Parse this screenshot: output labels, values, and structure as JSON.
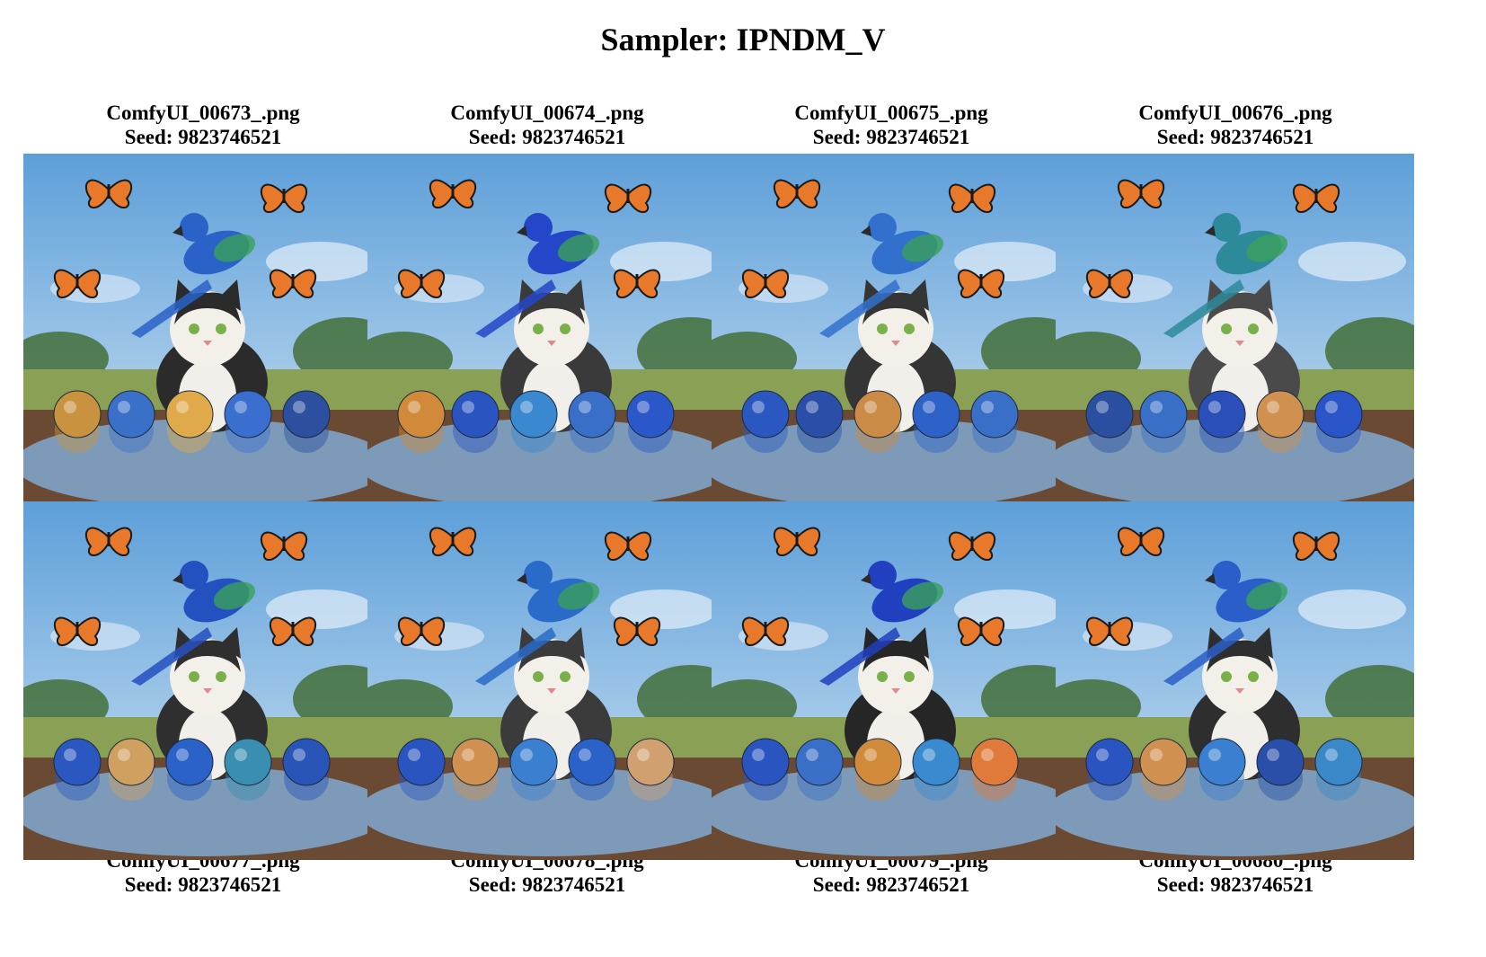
{
  "title": "Sampler: IPNDM_V",
  "colors": {
    "sky_top": "#5d9fd9",
    "sky_bottom": "#cfe3f3",
    "grass": "#8aa055",
    "tree": "#3f6a2e",
    "mud": "#6a4a33",
    "puddle": "#7fa4c8"
  },
  "images": [
    {
      "filename": "ComfyUI_00673_.png",
      "seed": "Seed: 9823746521",
      "parrot_color": "#2a62c8",
      "cat_color": "#2b2b2b",
      "butterflies": 4,
      "marbles": [
        "#c8923f",
        "#3a70c8",
        "#e0a94a",
        "#3a6fd0",
        "#2c4fa0"
      ]
    },
    {
      "filename": "ComfyUI_00674_.png",
      "seed": "Seed: 9823746521",
      "parrot_color": "#2446c8",
      "cat_color": "#3a3a3a",
      "butterflies": 4,
      "marbles": [
        "#d08a3a",
        "#2a55c0",
        "#3a88d0",
        "#3a6fc8",
        "#2b58c8"
      ]
    },
    {
      "filename": "ComfyUI_00675_.png",
      "seed": "Seed: 9823746521",
      "parrot_color": "#3170cc",
      "cat_color": "#353535",
      "butterflies": 4,
      "marbles": [
        "#2a58c0",
        "#2b4fa8",
        "#c98b45",
        "#2d62c8",
        "#3a6fc8"
      ]
    },
    {
      "filename": "ComfyUI_00676_.png",
      "seed": "Seed: 9823746521",
      "parrot_color": "#2d8a9a",
      "cat_color": "#4a4a4a",
      "butterflies": 3,
      "marbles": [
        "#2a4fa0",
        "#3a6fc8",
        "#2a4fb8",
        "#d09050",
        "#2a55c8"
      ]
    },
    {
      "filename": "ComfyUI_00677_.png",
      "seed": "Seed: 9823746521",
      "parrot_color": "#2450c0",
      "cat_color": "#2f2f2f",
      "butterflies": 4,
      "marbles": [
        "#2a58c0",
        "#d0a060",
        "#2a62c8",
        "#3a8fb0",
        "#2a55b8"
      ]
    },
    {
      "filename": "ComfyUI_00678_.png",
      "seed": "Seed: 9823746521",
      "parrot_color": "#2a6ac8",
      "cat_color": "#3b3b3b",
      "butterflies": 4,
      "marbles": [
        "#2a55c0",
        "#d09050",
        "#3a7fd0",
        "#2a62c8",
        "#d0a070"
      ]
    },
    {
      "filename": "ComfyUI_00679_.png",
      "seed": "Seed: 9823746521",
      "parrot_color": "#2040c0",
      "cat_color": "#262626",
      "butterflies": 4,
      "marbles": [
        "#2a55c0",
        "#3a6fc8",
        "#d08a3a",
        "#3a8ad0",
        "#e07a3a"
      ]
    },
    {
      "filename": "ComfyUI_00680_.png",
      "seed": "Seed: 9823746521",
      "parrot_color": "#2a5ec8",
      "cat_color": "#2e2e2e",
      "butterflies": 3,
      "marbles": [
        "#2a55c0",
        "#d09050",
        "#3a7fd0",
        "#2a4fa8",
        "#3a88c8"
      ]
    }
  ]
}
